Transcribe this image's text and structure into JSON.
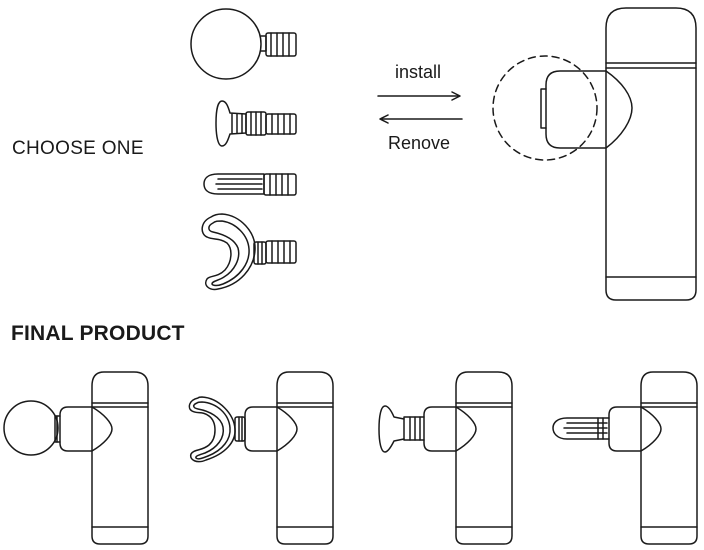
{
  "labels": {
    "choose_one": "CHOOSE ONE",
    "install": "install",
    "remove": "Renove",
    "final_product": "FINAL PRODUCT"
  },
  "attachments": [
    {
      "name": "ball-head"
    },
    {
      "name": "flat-head"
    },
    {
      "name": "bullet-head"
    },
    {
      "name": "fork-head"
    }
  ],
  "final_products": [
    {
      "name": "massager-with-ball-head"
    },
    {
      "name": "massager-with-fork-head"
    },
    {
      "name": "massager-with-flat-head"
    },
    {
      "name": "massager-with-bullet-head"
    }
  ],
  "colors": {
    "line": "#1a1a1a",
    "text": "#1a1a1a",
    "background": "#ffffff"
  }
}
